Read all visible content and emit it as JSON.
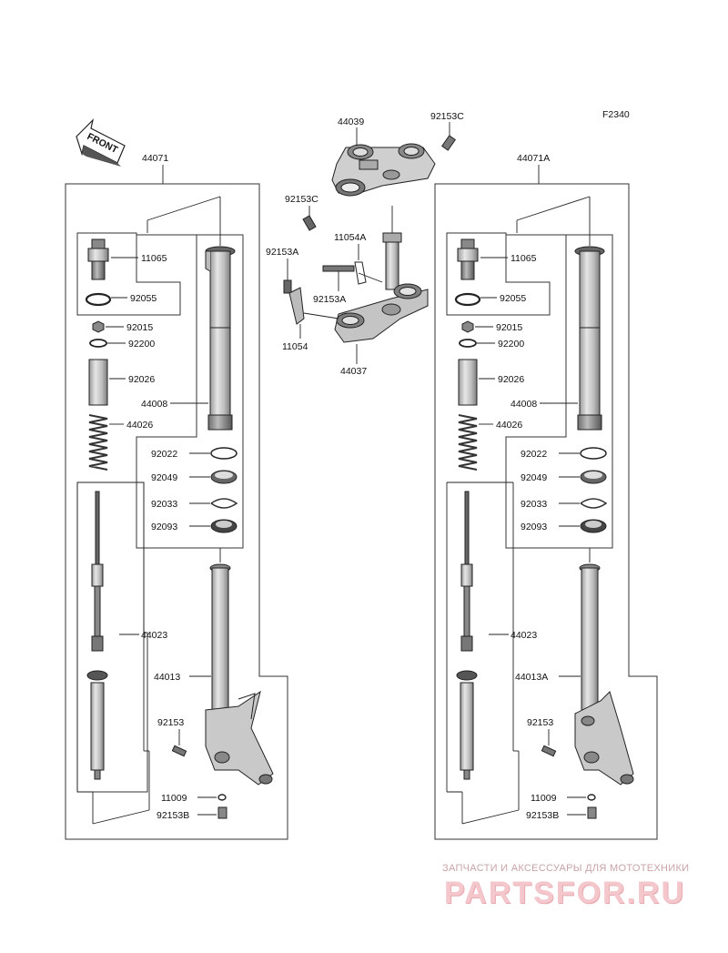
{
  "figure_code": "F2340",
  "front_label": "FRONT",
  "top_parts": {
    "p44039": "44039",
    "p92153C_top": "92153C",
    "p92153C_mid": "92153C",
    "p11054A": "11054A",
    "p92153A_left": "92153A",
    "p92153A_mid": "92153A",
    "p11054": "11054",
    "p44037": "44037"
  },
  "left_fork": {
    "assembly": "44071",
    "labels": {
      "p11065": "11065",
      "p92055": "92055",
      "p92015": "92015",
      "p92200": "92200",
      "p92026": "92026",
      "p44008": "44008",
      "p44026": "44026",
      "p92022": "92022",
      "p92049": "92049",
      "p92033": "92033",
      "p92093": "92093",
      "p44023": "44023",
      "p44013": "44013",
      "p92153": "92153",
      "p11009": "11009",
      "p92153B": "92153B"
    }
  },
  "right_fork": {
    "assembly": "44071A",
    "labels": {
      "p11065": "11065",
      "p92055": "92055",
      "p92015": "92015",
      "p92200": "92200",
      "p92026": "92026",
      "p44008": "44008",
      "p44026": "44026",
      "p92022": "92022",
      "p92049": "92049",
      "p92033": "92033",
      "p92093": "92093",
      "p44023": "44023",
      "p44013A": "44013A",
      "p92153": "92153",
      "p11009": "11009",
      "p92153B": "92153B"
    }
  },
  "watermark": {
    "tagline": "ЗАПЧАСТИ И АКСЕССУАРЫ ДЛЯ МОТОТЕХНИКИ",
    "brand": "PARTSFOR.RU"
  },
  "colors": {
    "line": "#222222",
    "part_fill": "#d9d9d9",
    "watermark": "#f3c7cc"
  }
}
